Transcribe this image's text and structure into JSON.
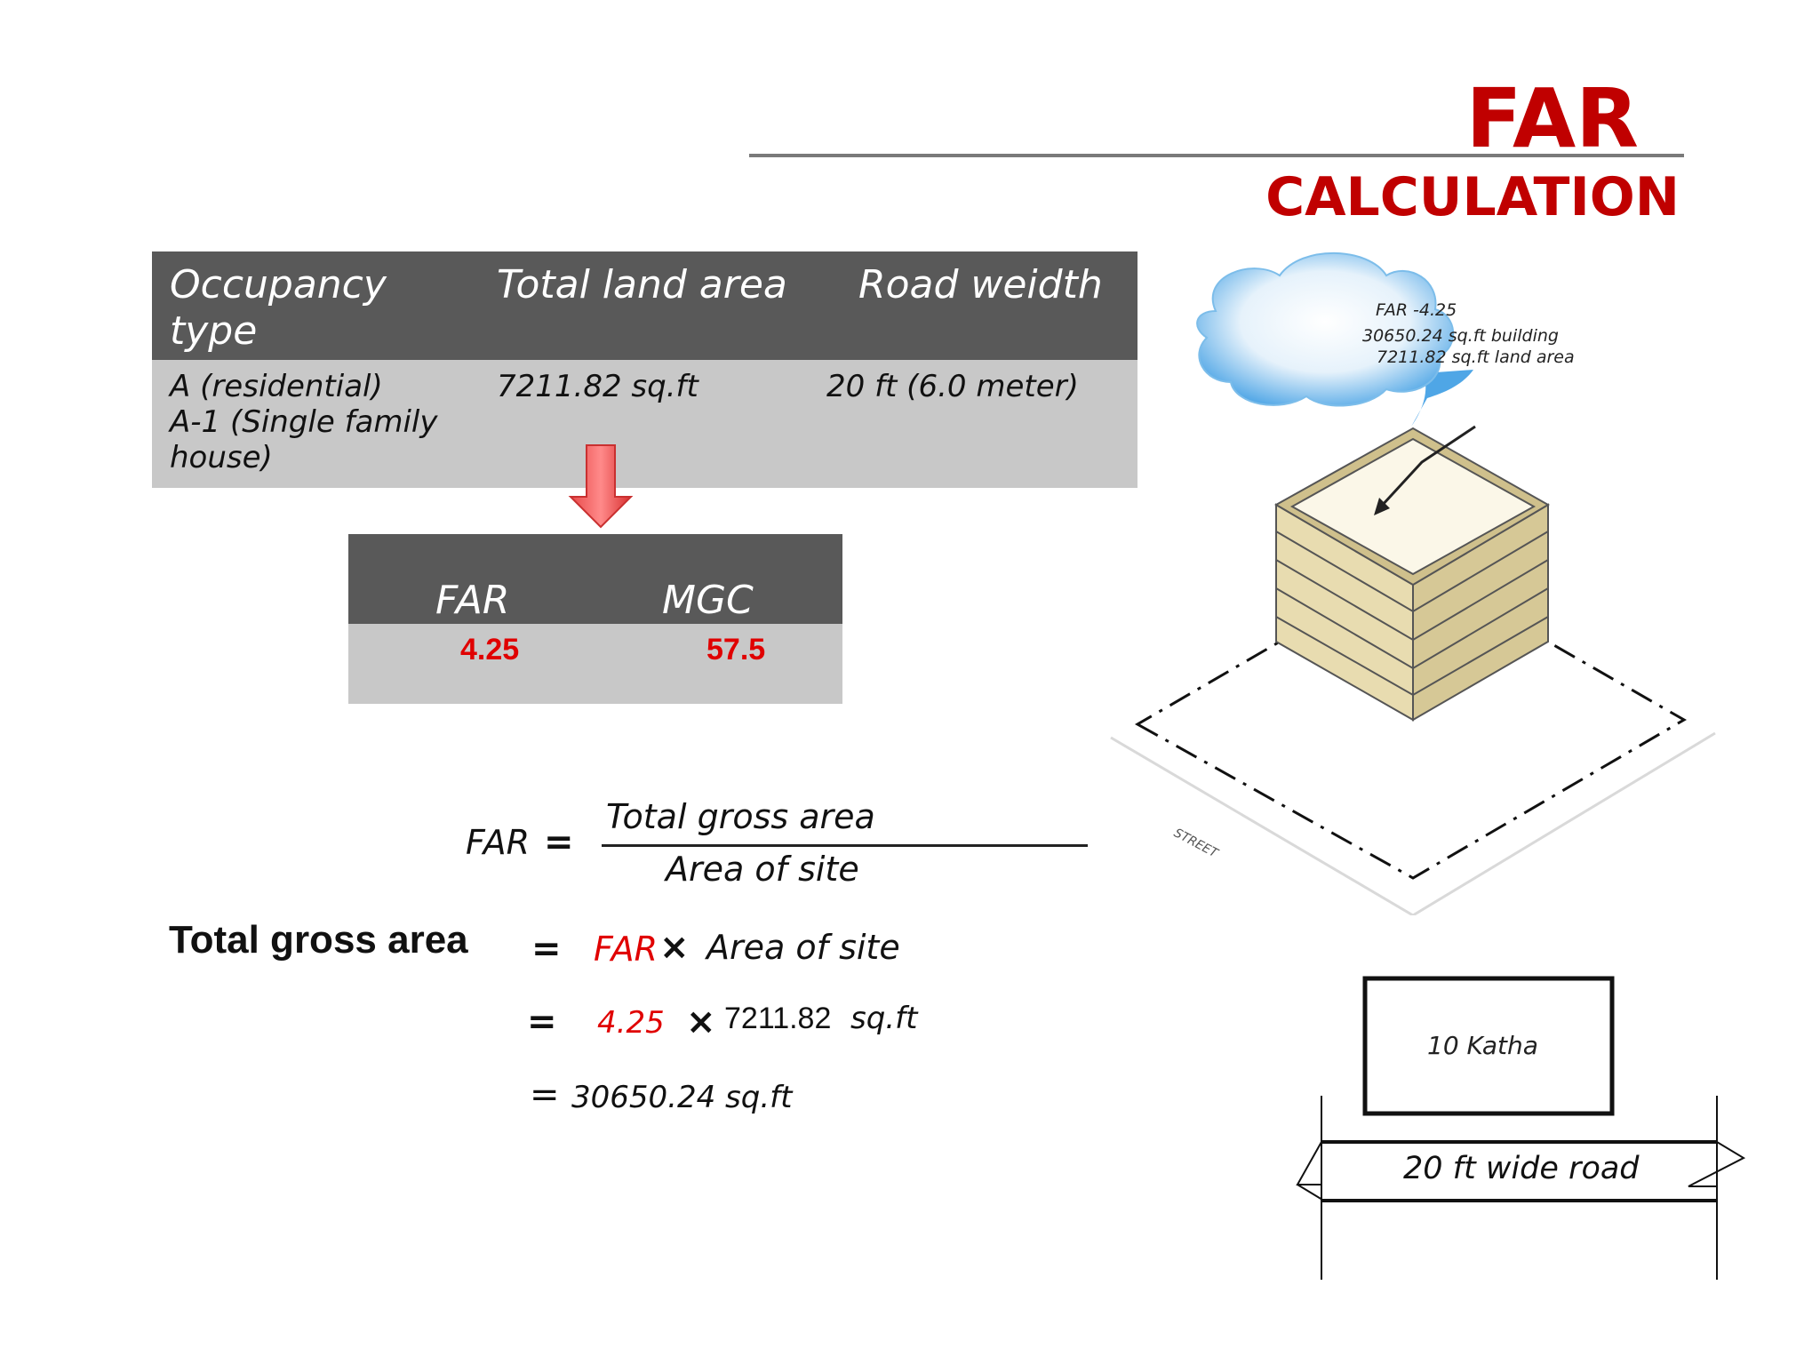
{
  "header": {
    "title": "FAR",
    "subtitle": "CALCULATION"
  },
  "table1": {
    "headers": [
      "Occupancy type",
      "Total land area",
      "Road weidth"
    ],
    "row": {
      "occupancy": "A (residential)\n A-1 (Single family\nhouse)",
      "land_area": "7211.82 sq.ft",
      "road_width": "20 ft (6.0 meter)"
    }
  },
  "table2": {
    "headers": [
      "FAR",
      "MGC"
    ],
    "values": [
      "4.25",
      "57.5"
    ]
  },
  "formula1": {
    "lhs": "FAR",
    "eq": "=",
    "numerator": "Total gross area",
    "denominator": "Area of site"
  },
  "formula2": {
    "label": "Total gross area",
    "eq": "=",
    "far": "FAR",
    "times": "×",
    "area": "Area of site"
  },
  "formula3": {
    "eq": "=",
    "far_value": "4.25",
    "times": "×",
    "area_value": "7211.82",
    "unit": "sq.ft"
  },
  "formula4": {
    "eq": "=",
    "result": "30650.24 sq.ft"
  },
  "cloud": {
    "line1": "FAR -4.25",
    "line2": "30650.24 sq.ft building",
    "line3": "7211.82 sq.ft land area"
  },
  "illustration": {
    "street_label": "STREET"
  },
  "plot": {
    "label": "10 Katha"
  },
  "road": {
    "label": "20 ft wide road"
  },
  "colors": {
    "accent_red": "#c00000",
    "value_red": "#e00000",
    "table_head": "#595959",
    "table_body": "#c8c8c8"
  }
}
